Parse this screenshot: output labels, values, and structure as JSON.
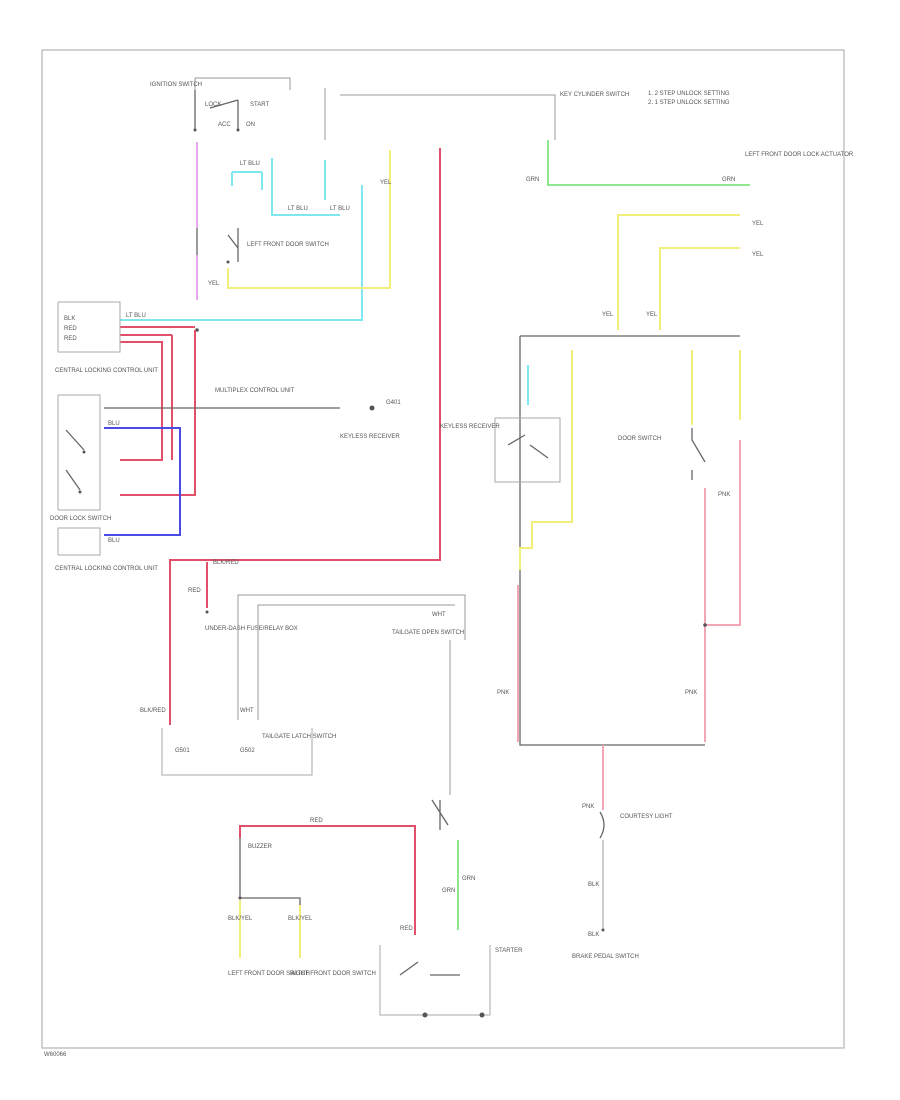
{
  "diagram": {
    "labels": {
      "ignition_switch": "IGNITION SWITCH",
      "lock": "LOCK",
      "acc": "ACC",
      "on": "ON",
      "start": "START",
      "legend_1": "1. 2 STEP UNLOCK SETTING",
      "legend_2": "2. 1 STEP UNLOCK SETTING",
      "left_front_door_lock_actuator": "LEFT FRONT DOOR LOCK ACTUATOR",
      "keyless_receiver": "KEYLESS RECEIVER",
      "door_lock_switch": "DOOR LOCK SWITCH",
      "ecu": "CENTRAL LOCKING CONTROL UNIT",
      "under_dash_fuse_box": "UNDER-DASH FUSE/RELAY BOX",
      "multiplex_control_unit": "MULTIPLEX CONTROL UNIT",
      "tailgate_latch_switch": "TAILGATE LATCH SWITCH",
      "buzzer": "BUZZER",
      "door_switch": "DOOR SWITCH",
      "left_front_door_switch": "LEFT FRONT DOOR SWITCH",
      "right_front_door_switch": "RIGHT FRONT DOOR SWITCH",
      "key_cylinder_switch": "KEY CYLINDER SWITCH",
      "tailgate_open_switch": "TAILGATE OPEN SWITCH",
      "brake_pedal_switch": "BRAKE PEDAL SWITCH",
      "starter": "STARTER",
      "courtesy_light": "COURTESY LIGHT",
      "g401": "G401",
      "g501": "G501",
      "g502": "G502",
      "wire_red": "RED",
      "wire_yel": "YEL",
      "wire_blu": "BLU",
      "wire_lt_blu": "LT BLU",
      "wire_grn": "GRN",
      "wire_pnk": "PNK",
      "wire_blk": "BLK",
      "wire_wht": "WHT",
      "wire_blk_red": "BLK/RED",
      "wire_blk_yel": "BLK/YEL",
      "footer_code": "W60066"
    },
    "colors": {
      "red": "#e0506a",
      "pink": "#f5a6b6",
      "magenta": "#e8a8ec",
      "yellow": "#f2ee7a",
      "lightblue": "#7ee8ee",
      "green": "#8ee88e",
      "blue": "#4a4ae6",
      "grey": "#9a9a9a"
    }
  }
}
